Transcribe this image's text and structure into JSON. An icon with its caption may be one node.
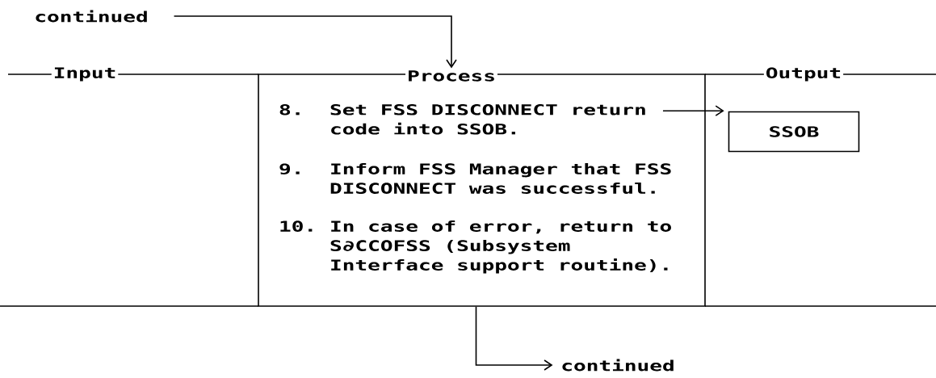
{
  "diagram": {
    "nodes": [
      {
        "text": [
          "continued"
        ]
      },
      {
        "text": [
          "Process"
        ]
      },
      {
        "text": [
          "8.",
          "Set FSS DISCONNECT return code into SSOB."
        ],
        "in": 1
      },
      {
        "text": [
          "9.",
          "Inform FSS Manager that FSS DISCONNECT was successful."
        ],
        "in": 1
      },
      {
        "text": [
          "10.",
          "In case of error, return to S∂CCOFSS (Subsystem Interface support routine)."
        ],
        "in": 1
      },
      {
        "text": [
          "SSOB"
        ]
      },
      {
        "text": [
          "continued"
        ]
      }
    ],
    "edges": [
      {
        "from": 0,
        "to": 1,
        "arrow": "to"
      },
      {
        "from": 2,
        "to": 5,
        "arrow": "to"
      },
      {
        "from": 1,
        "to": 6,
        "arrow": "to"
      }
    ],
    "labels": [
      "Input",
      "Output"
    ]
  }
}
